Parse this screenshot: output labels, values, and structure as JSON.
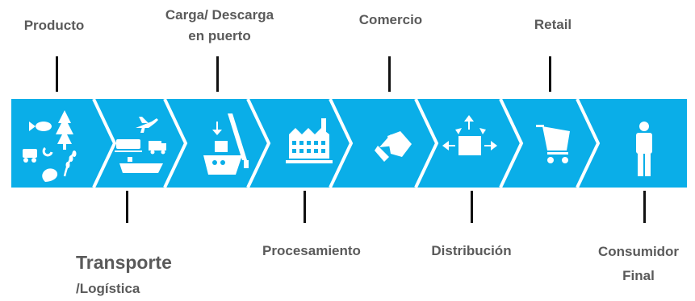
{
  "stages": [
    {
      "label_lines": [
        "Producto"
      ],
      "icon": "fish-tree-wheat-leaf-icon"
    },
    {
      "label_lines": [
        "Transporte",
        "/Logística"
      ],
      "icon": "plane-train-truck-ship-icon"
    },
    {
      "label_lines": [
        "Carga/ Descarga",
        "en puerto"
      ],
      "icon": "crane-ship-icon"
    },
    {
      "label_lines": [
        "Procesamiento"
      ],
      "icon": "factory-icon"
    },
    {
      "label_lines": [
        "Comercio"
      ],
      "icon": "handshake-icon"
    },
    {
      "label_lines": [
        "Distribución"
      ],
      "icon": "box-arrows-icon"
    },
    {
      "label_lines": [
        "Retail"
      ],
      "icon": "shopping-cart-icon"
    },
    {
      "label_lines": [
        "Consumidor",
        "Final"
      ],
      "icon": "person-icon"
    }
  ],
  "colors": {
    "band": "#0aaee8",
    "icon": "#ffffff",
    "text": "#5a5a5a",
    "tick": "#111111"
  }
}
